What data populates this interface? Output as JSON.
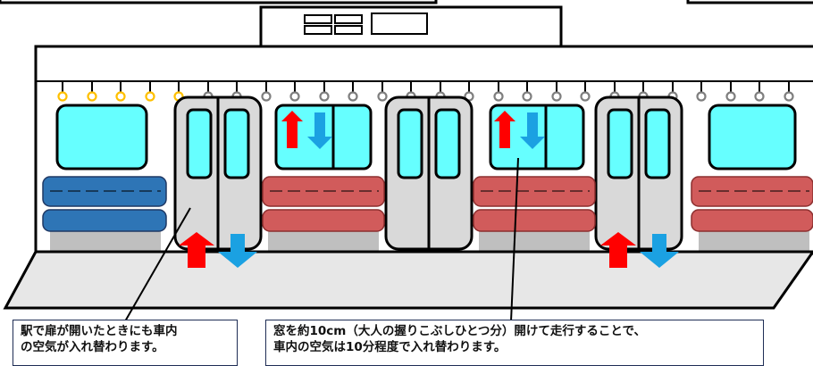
{
  "diagram": {
    "colors": {
      "window": "#66ffff",
      "door": "#d9d9d9",
      "priority_seat": "#2e75b6",
      "seat": "#d15b5b",
      "seat_base": "#bfbfbf",
      "floor": "#e7e7e7",
      "strap_ring": "#ffc000",
      "arrow_in": "#ff0000",
      "arrow_out": "#1ba1e2",
      "outline": "#000000"
    },
    "icons": [
      "arrow-up-red-icon",
      "arrow-down-blue-icon",
      "hand-strap-icon"
    ]
  },
  "callouts": {
    "door": {
      "line1": "駅で扉が開いたときにも車内",
      "line2": "の空気が入れ替わります。"
    },
    "window": {
      "line1": "窓を約10cm（大人の握りこぶしひとつ分）開けて走行することで、",
      "line2": "車内の空気は10分程度で入れ替わります。"
    }
  }
}
